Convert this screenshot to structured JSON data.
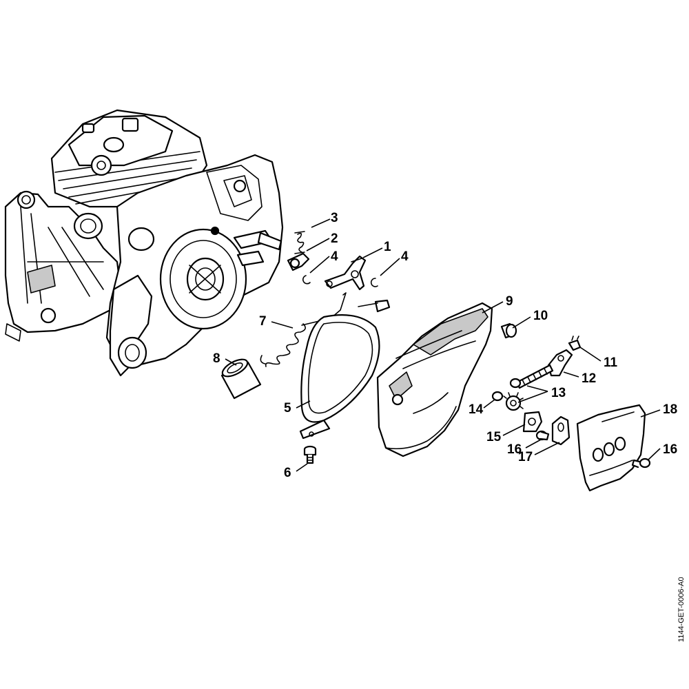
{
  "callouts": {
    "c1": "1",
    "c2": "2",
    "c3": "3",
    "c4a": "4",
    "c4b": "4",
    "c5": "5",
    "c6": "6",
    "c7": "7",
    "c8": "8",
    "c9": "9",
    "c10": "10",
    "c11": "11",
    "c12": "12",
    "c13": "13",
    "c14": "14",
    "c15": "15",
    "c16a": "16",
    "c16b": "16",
    "c17": "17",
    "c18": "18"
  },
  "reference_code": "1144-GET-0006-A0"
}
